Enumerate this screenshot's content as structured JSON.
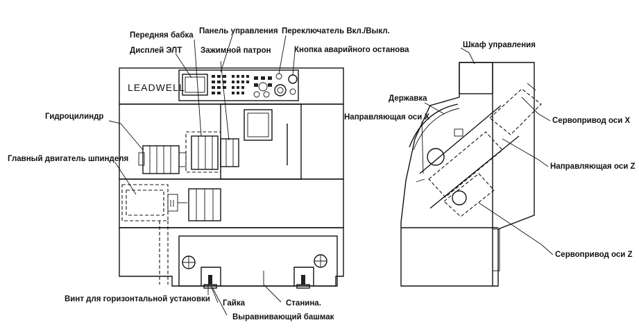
{
  "brand": "LEADWELL",
  "labels": {
    "headstock": "Передняя бабка",
    "control_panel": "Панель управления",
    "power_switch": "Переключатель Вкл./Выкл.",
    "crt_display": "Дисплей ЭЛТ",
    "chuck": "Зажимной патрон",
    "emergency_stop": "Кнопка аварийного останова",
    "hydraulic_cylinder": "Гидроцилиндр",
    "spindle_motor": "Главный двигатель шпинделя",
    "leveling_screw": "Винт для горизонтальной  установки",
    "nut": "Гайка",
    "bed": "Станина.",
    "leveling_pad": "Выравнивающий башмак",
    "control_cabinet": "Шкаф управления",
    "tool_holder": "Державка",
    "x_guide": "Направляющая оси X",
    "x_servo": "Сервопривод оси X",
    "z_guide": "Направляющая оси Z",
    "z_servo": "Сервопривод оси Z"
  }
}
